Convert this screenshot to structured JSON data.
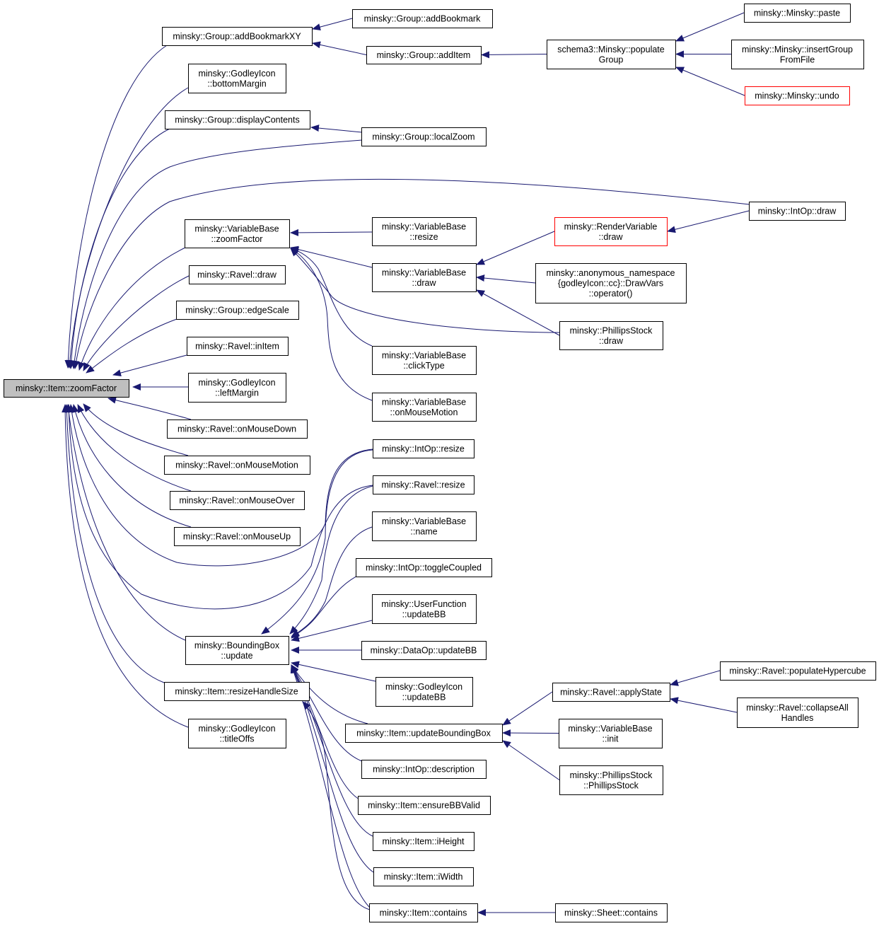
{
  "diagram": {
    "type": "call-graph",
    "colors": {
      "edge": "#191970",
      "node_border": "#000000",
      "node_border_incomplete": "#ff0000",
      "focus_fill": "#bfbfbf",
      "node_fill": "#ffffff"
    },
    "nodes": [
      {
        "id": "zoomFactor",
        "lines": [
          "minsky::Item::zoomFactor"
        ],
        "focus": true
      },
      {
        "id": "addBookmarkXY",
        "lines": [
          "minsky::Group::addBookmarkXY"
        ]
      },
      {
        "id": "addBookmark",
        "lines": [
          "minsky::Group::addBookmark"
        ]
      },
      {
        "id": "addItem",
        "lines": [
          "minsky::Group::addItem"
        ]
      },
      {
        "id": "populateGroup",
        "lines": [
          "schema3::Minsky::populate",
          "Group"
        ]
      },
      {
        "id": "paste",
        "lines": [
          "minsky::Minsky::paste"
        ]
      },
      {
        "id": "insertGroup",
        "lines": [
          "minsky::Minsky::insertGroup",
          "FromFile"
        ]
      },
      {
        "id": "undo",
        "lines": [
          "minsky::Minsky::undo"
        ],
        "incomplete": true
      },
      {
        "id": "bottomMargin",
        "lines": [
          "minsky::GodleyIcon",
          "::bottomMargin"
        ]
      },
      {
        "id": "displayContents",
        "lines": [
          "minsky::Group::displayContents"
        ]
      },
      {
        "id": "localZoom",
        "lines": [
          "minsky::Group::localZoom"
        ]
      },
      {
        "id": "intOpDraw",
        "lines": [
          "minsky::IntOp::draw"
        ]
      },
      {
        "id": "vbZoomFactor",
        "lines": [
          "minsky::VariableBase",
          "::zoomFactor"
        ]
      },
      {
        "id": "vbResize",
        "lines": [
          "minsky::VariableBase",
          "::resize"
        ]
      },
      {
        "id": "renderVarDraw",
        "lines": [
          "minsky::RenderVariable",
          "::draw"
        ],
        "incomplete": true
      },
      {
        "id": "vbDraw",
        "lines": [
          "minsky::VariableBase",
          "::draw"
        ]
      },
      {
        "id": "drawVars",
        "lines": [
          "minsky::anonymous_namespace",
          "{godleyIcon::cc}::DrawVars",
          "::operator()"
        ]
      },
      {
        "id": "phillipsDraw",
        "lines": [
          "minsky::PhillipsStock",
          "::draw"
        ]
      },
      {
        "id": "vbClickType",
        "lines": [
          "minsky::VariableBase",
          "::clickType"
        ]
      },
      {
        "id": "vbOnMouseMotion",
        "lines": [
          "minsky::VariableBase",
          "::onMouseMotion"
        ]
      },
      {
        "id": "ravelDraw",
        "lines": [
          "minsky::Ravel::draw"
        ]
      },
      {
        "id": "edgeScale",
        "lines": [
          "minsky::Group::edgeScale"
        ]
      },
      {
        "id": "inItem",
        "lines": [
          "minsky::Ravel::inItem"
        ]
      },
      {
        "id": "leftMargin",
        "lines": [
          "minsky::GodleyIcon",
          "::leftMargin"
        ]
      },
      {
        "id": "onMouseDown",
        "lines": [
          "minsky::Ravel::onMouseDown"
        ]
      },
      {
        "id": "onMouseMotion",
        "lines": [
          "minsky::Ravel::onMouseMotion"
        ]
      },
      {
        "id": "onMouseOver",
        "lines": [
          "minsky::Ravel::onMouseOver"
        ]
      },
      {
        "id": "onMouseUp",
        "lines": [
          "minsky::Ravel::onMouseUp"
        ]
      },
      {
        "id": "intOpResize",
        "lines": [
          "minsky::IntOp::resize"
        ]
      },
      {
        "id": "ravelResize",
        "lines": [
          "minsky::Ravel::resize"
        ]
      },
      {
        "id": "vbName",
        "lines": [
          "minsky::VariableBase",
          "::name"
        ]
      },
      {
        "id": "toggleCoupled",
        "lines": [
          "minsky::IntOp::toggleCoupled"
        ]
      },
      {
        "id": "ufUpdateBB",
        "lines": [
          "minsky::UserFunction",
          "::updateBB"
        ]
      },
      {
        "id": "bbUpdate",
        "lines": [
          "minsky::BoundingBox",
          "::update"
        ]
      },
      {
        "id": "dataOpUpdateBB",
        "lines": [
          "minsky::DataOp::updateBB"
        ]
      },
      {
        "id": "godleyUpdateBB",
        "lines": [
          "minsky::GodleyIcon",
          "::updateBB"
        ]
      },
      {
        "id": "resizeHandleSize",
        "lines": [
          "minsky::Item::resizeHandleSize"
        ]
      },
      {
        "id": "applyState",
        "lines": [
          "minsky::Ravel::applyState"
        ]
      },
      {
        "id": "populateHypercube",
        "lines": [
          "minsky::Ravel::populateHypercube"
        ]
      },
      {
        "id": "collapseAll",
        "lines": [
          "minsky::Ravel::collapseAll",
          "Handles"
        ]
      },
      {
        "id": "updateBoundingBox",
        "lines": [
          "minsky::Item::updateBoundingBox"
        ]
      },
      {
        "id": "vbInit",
        "lines": [
          "minsky::VariableBase",
          "::init"
        ]
      },
      {
        "id": "titleOffs",
        "lines": [
          "minsky::GodleyIcon",
          "::titleOffs"
        ]
      },
      {
        "id": "phillipsCtor",
        "lines": [
          "minsky::PhillipsStock",
          "::PhillipsStock"
        ]
      },
      {
        "id": "intOpDescription",
        "lines": [
          "minsky::IntOp::description"
        ]
      },
      {
        "id": "ensureBBValid",
        "lines": [
          "minsky::Item::ensureBBValid"
        ]
      },
      {
        "id": "iHeight",
        "lines": [
          "minsky::Item::iHeight"
        ]
      },
      {
        "id": "iWidth",
        "lines": [
          "minsky::Item::iWidth"
        ]
      },
      {
        "id": "itemContains",
        "lines": [
          "minsky::Item::contains"
        ]
      },
      {
        "id": "sheetContains",
        "lines": [
          "minsky::Sheet::contains"
        ]
      }
    ],
    "edges": [
      [
        "addBookmarkXY",
        "zoomFactor"
      ],
      [
        "bottomMargin",
        "zoomFactor"
      ],
      [
        "displayContents",
        "zoomFactor"
      ],
      [
        "localZoom",
        "zoomFactor"
      ],
      [
        "intOpDraw",
        "zoomFactor"
      ],
      [
        "vbZoomFactor",
        "zoomFactor"
      ],
      [
        "ravelDraw",
        "zoomFactor"
      ],
      [
        "edgeScale",
        "zoomFactor"
      ],
      [
        "inItem",
        "zoomFactor"
      ],
      [
        "leftMargin",
        "zoomFactor"
      ],
      [
        "onMouseDown",
        "zoomFactor"
      ],
      [
        "onMouseMotion",
        "zoomFactor"
      ],
      [
        "onMouseOver",
        "zoomFactor"
      ],
      [
        "onMouseUp",
        "zoomFactor"
      ],
      [
        "intOpResize",
        "zoomFactor"
      ],
      [
        "ravelResize",
        "zoomFactor"
      ],
      [
        "bbUpdate",
        "zoomFactor"
      ],
      [
        "resizeHandleSize",
        "zoomFactor"
      ],
      [
        "titleOffs",
        "zoomFactor"
      ],
      [
        "addBookmark",
        "addBookmarkXY"
      ],
      [
        "addItem",
        "addBookmarkXY"
      ],
      [
        "populateGroup",
        "addItem"
      ],
      [
        "paste",
        "populateGroup"
      ],
      [
        "insertGroup",
        "populateGroup"
      ],
      [
        "undo",
        "populateGroup"
      ],
      [
        "localZoom",
        "displayContents"
      ],
      [
        "intOpDraw",
        "renderVarDraw"
      ],
      [
        "vbResize",
        "vbZoomFactor"
      ],
      [
        "vbDraw",
        "vbZoomFactor"
      ],
      [
        "phillipsDraw",
        "vbZoomFactor"
      ],
      [
        "vbClickType",
        "vbZoomFactor"
      ],
      [
        "vbOnMouseMotion",
        "vbZoomFactor"
      ],
      [
        "renderVarDraw",
        "vbDraw"
      ],
      [
        "drawVars",
        "vbDraw"
      ],
      [
        "phillipsDraw",
        "vbDraw"
      ],
      [
        "intOpResize",
        "bbUpdate"
      ],
      [
        "ravelResize",
        "bbUpdate"
      ],
      [
        "vbName",
        "bbUpdate"
      ],
      [
        "toggleCoupled",
        "bbUpdate"
      ],
      [
        "ufUpdateBB",
        "bbUpdate"
      ],
      [
        "dataOpUpdateBB",
        "bbUpdate"
      ],
      [
        "godleyUpdateBB",
        "bbUpdate"
      ],
      [
        "updateBoundingBox",
        "bbUpdate"
      ],
      [
        "intOpDescription",
        "bbUpdate"
      ],
      [
        "ensureBBValid",
        "bbUpdate"
      ],
      [
        "iHeight",
        "bbUpdate"
      ],
      [
        "iWidth",
        "bbUpdate"
      ],
      [
        "itemContains",
        "bbUpdate"
      ],
      [
        "itemContains",
        "resizeHandleSize"
      ],
      [
        "applyState",
        "updateBoundingBox"
      ],
      [
        "vbInit",
        "updateBoundingBox"
      ],
      [
        "phillipsCtor",
        "updateBoundingBox"
      ],
      [
        "populateHypercube",
        "applyState"
      ],
      [
        "collapseAll",
        "applyState"
      ],
      [
        "sheetContains",
        "itemContains"
      ]
    ]
  }
}
